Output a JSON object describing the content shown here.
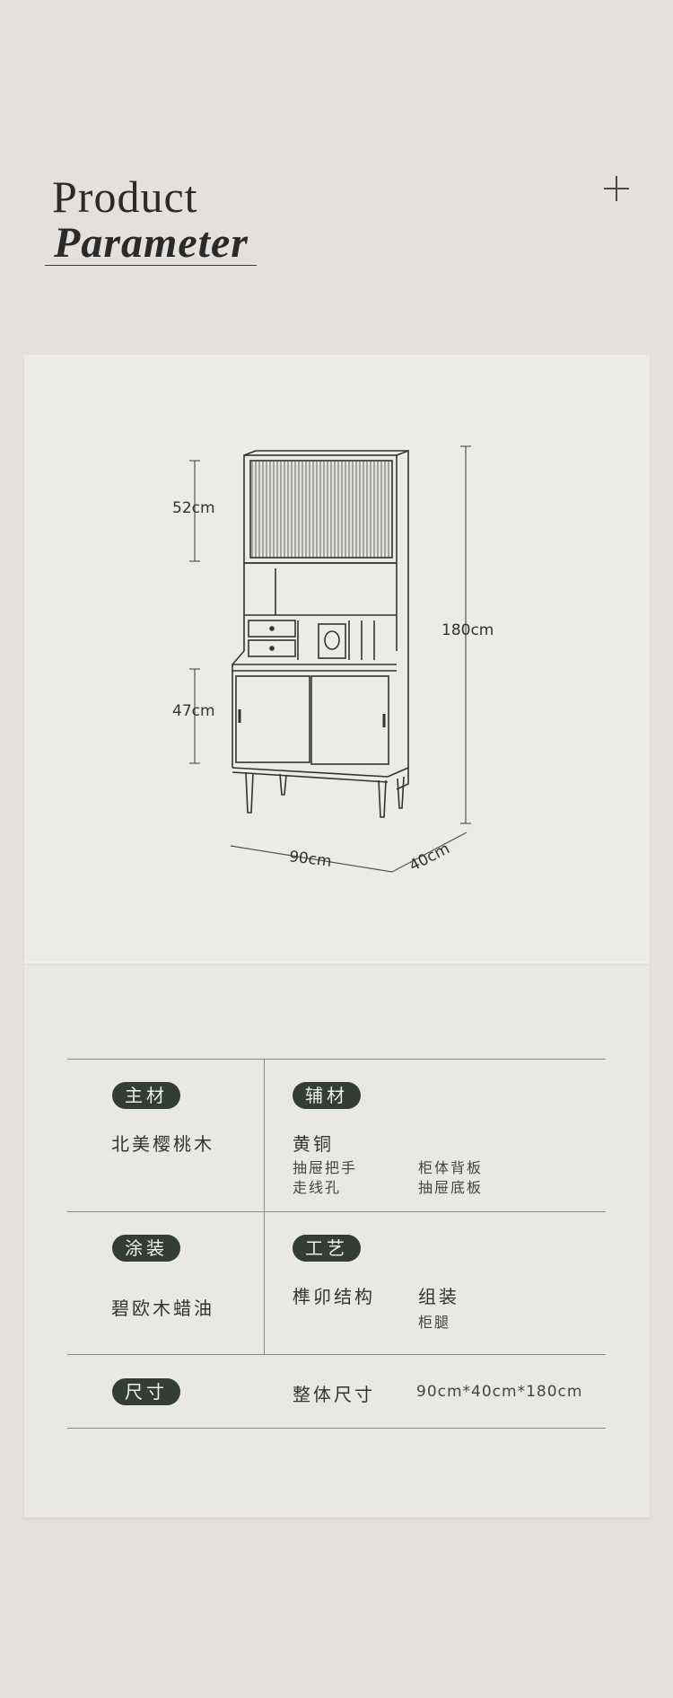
{
  "header": {
    "title_line1": "Product",
    "title_line2": "Parameter"
  },
  "dimensions": {
    "upper_height": "52cm",
    "lower_height": "47cm",
    "total_height": "180cm",
    "width": "90cm",
    "depth": "40cm"
  },
  "params": {
    "main_material": {
      "label": "主材",
      "value": "北美樱桃木"
    },
    "aux_material": {
      "label": "辅材",
      "value": "黄铜",
      "items": [
        "抽屉把手",
        "柜体背板",
        "走线孔",
        "抽屉底板"
      ]
    },
    "finish": {
      "label": "涂装",
      "value": "碧欧木蜡油"
    },
    "craft": {
      "label": "工艺",
      "value": "榫卯结构",
      "value2": "组装",
      "sub": "柜腿"
    },
    "size": {
      "label": "尺寸",
      "name": "整体尺寸",
      "value": "90cm*40cm*180cm"
    }
  },
  "colors": {
    "background": "#e4e0dd",
    "paper": "#ecebe7",
    "badge": "#343c36"
  }
}
